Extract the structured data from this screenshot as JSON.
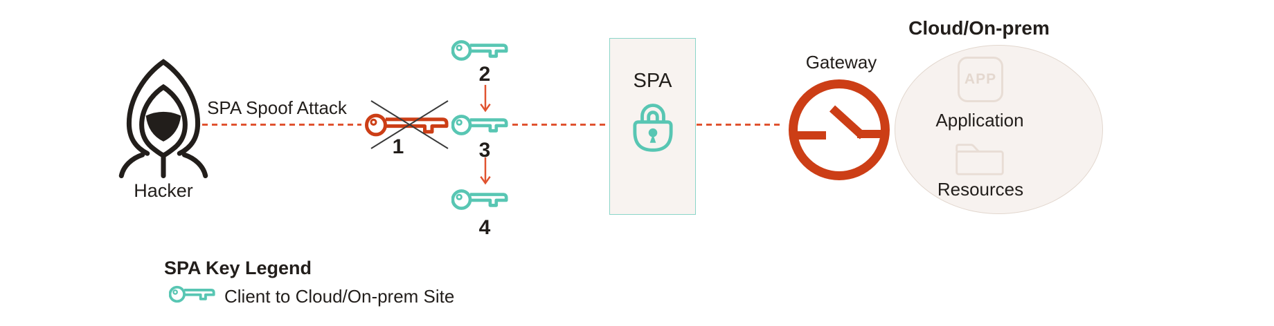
{
  "hacker": {
    "label": "Hacker"
  },
  "attack_path": {
    "label": "SPA Spoof Attack"
  },
  "spoofed_key": {
    "number": "1",
    "status": "crossed-out"
  },
  "key_sequence": {
    "numbers": [
      "2",
      "3",
      "4"
    ]
  },
  "spa_box": {
    "title": "SPA",
    "icon": "lock-icon"
  },
  "gateway": {
    "label": "Gateway",
    "icon": "circuit-switch-icon"
  },
  "cloud": {
    "title": "Cloud/On-prem",
    "app_badge_label": "APP",
    "application_label": "Application",
    "resources_label": "Resources"
  },
  "legend": {
    "title": "SPA Key Legend",
    "entries": [
      {
        "icon": "key-icon",
        "label": "Client to Cloud/On-prem Site"
      }
    ]
  },
  "colors": {
    "ink": "#221e1b",
    "red": "#cc3e16",
    "salmon_dash": "#e0522f",
    "teal": "#58c6b3",
    "spa_box_bg": "#f8f3f0",
    "spa_box_border": "#8ad5c8",
    "cloud_bg": "#f7f2ef",
    "cloud_border": "#e2d7ce",
    "faded_icon": "#e8ddd5"
  }
}
